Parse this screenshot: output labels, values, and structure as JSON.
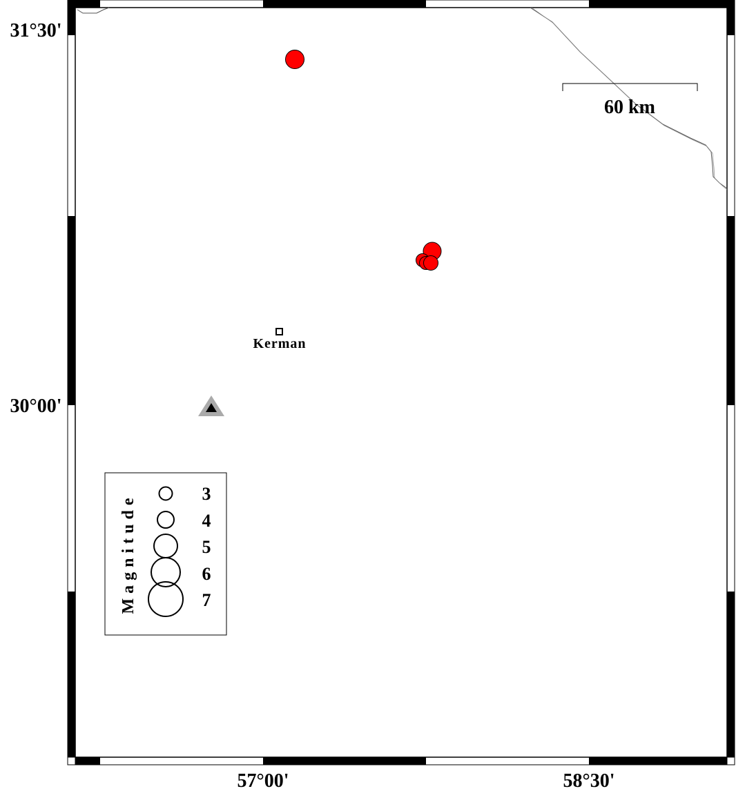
{
  "map": {
    "lat_labels": [
      "31°30'",
      "30°00'"
    ],
    "lon_labels": [
      "57°00'",
      "58°30'"
    ],
    "scale_bar_label": "60 km",
    "city_name": "Kerman",
    "legend": {
      "title": "Magnitude",
      "magnitudes": [
        "3",
        "4",
        "5",
        "6",
        "7"
      ]
    },
    "colors": {
      "event": "#ff0000",
      "station_outer": "#aaaaaa",
      "station_inner": "#000000"
    },
    "icons": [
      "earthquake-event-circle",
      "seismic-station-triangle",
      "city-square-marker"
    ]
  }
}
